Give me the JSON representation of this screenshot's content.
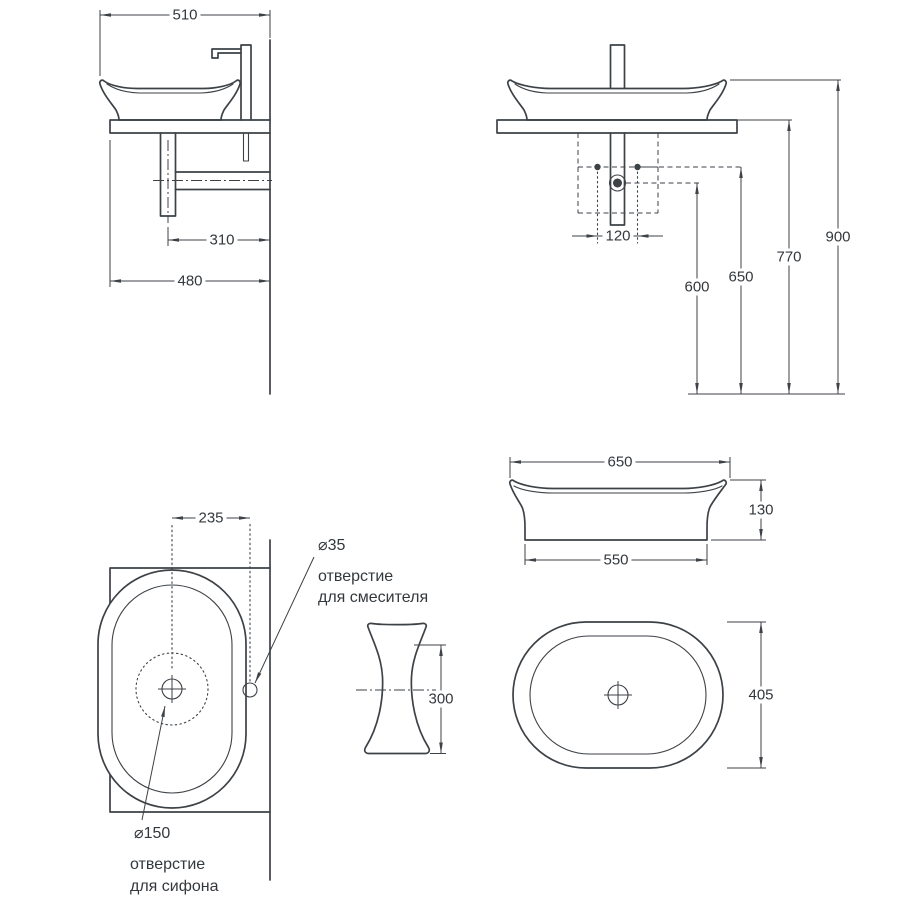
{
  "dims": {
    "depth_overall": "510",
    "drain_to_wall": "310",
    "counter_depth": "480",
    "holes_spacing": "120",
    "drain_height": "600",
    "holes_height": "650",
    "counter_height": "770",
    "rim_height": "900",
    "mixer_offset": "235",
    "basin_width_top": "650",
    "basin_height": "130",
    "basin_width_bottom": "550",
    "section_height": "300",
    "basin_depth": "405",
    "mixer_hole_dia": "⌀35",
    "siphon_hole_dia": "⌀150"
  },
  "labels": {
    "mixer_line1": "отверстие",
    "mixer_line2": "для смесителя",
    "siphon_line1": "отверстие",
    "siphon_line2": "для сифона"
  },
  "colors": {
    "line": "#3d4247",
    "text": "#33383d",
    "background": "#ffffff"
  }
}
